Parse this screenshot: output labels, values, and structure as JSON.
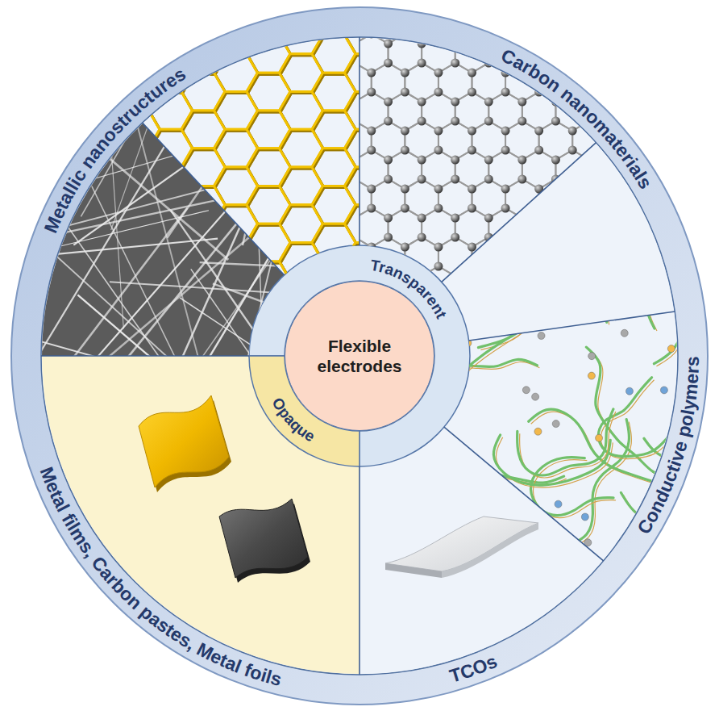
{
  "diagram": {
    "nodes": [
      {
        "text": [
          "Flexible electrodes"
        ]
      }
    ],
    "labels": [
      "Metallic nanostructures",
      "Carbon nanomaterials",
      "Conductive polymers",
      "TCOs",
      "Metal films, Carbon pastes, Metal foils",
      "Transparent",
      "Opaque"
    ]
  }
}
